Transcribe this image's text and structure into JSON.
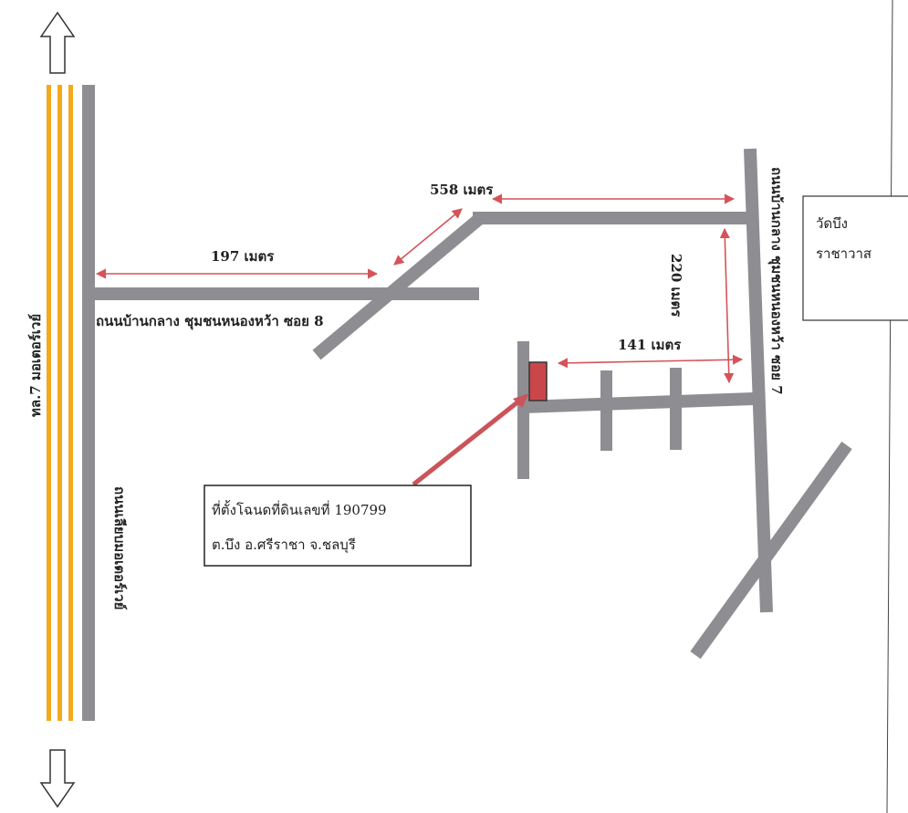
{
  "roads": {
    "motorway_label": "ทล.7 มอเตอร์เวย์",
    "frontage_road_label": "ถนนเลียบมอเตอร์เวย์",
    "soi8_label": "ถนนบ้านกลาง ชุมชนหนองหว้า ซอย 8",
    "soi7_label": "ถนนบ้านกลาง ชุมชนหนองหว้า ซอย 7"
  },
  "distances": {
    "d197": "197 เมตร",
    "d558": "558 เมตร",
    "d220": "220 เมตร",
    "d141": "141 เมตร"
  },
  "landmark": {
    "line1": "วัดบึง",
    "line2": "ราชาวาส"
  },
  "location_box": {
    "line1": "ที่ตั้งโฉนดที่ดินเลขที่ 190799",
    "line2": "ต.บึง อ.ศรีราชา  จ.ชลบุรี"
  },
  "colors": {
    "road": "#8e8e92",
    "motorway": "#f4a81c",
    "arrow": "#d4545a",
    "plot": "#c9474b",
    "pointer": "#c9545a"
  }
}
